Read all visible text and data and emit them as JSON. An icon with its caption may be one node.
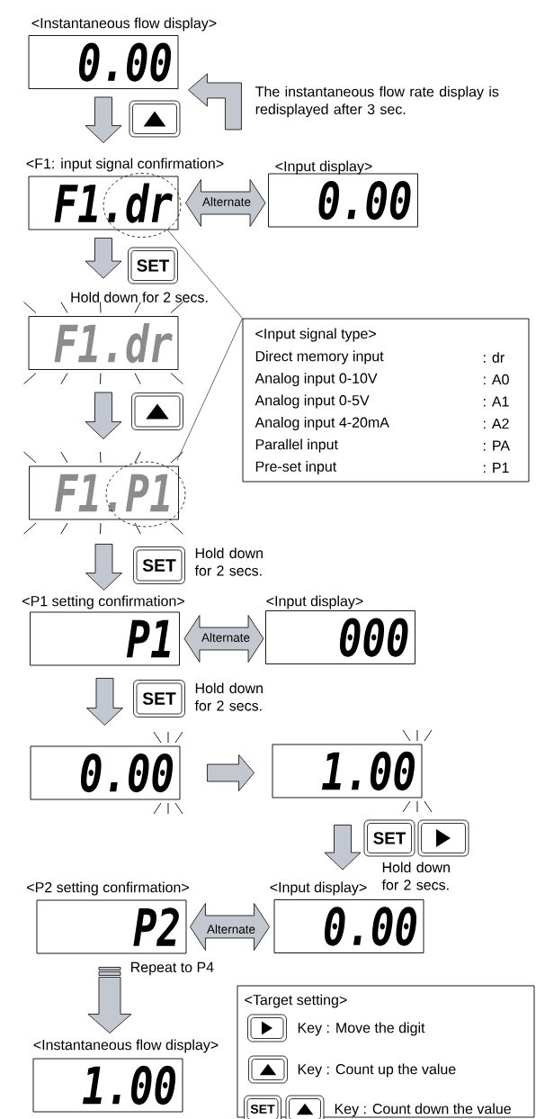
{
  "diagram": {
    "nodes": [
      {
        "text": [
          "<Instantaneous flow display>",
          "0.00"
        ]
      },
      {
        "text": [
          "<F1: input signal confirmation>",
          "F1.dr"
        ]
      },
      {
        "text": [
          "<Input display>",
          "0.00"
        ]
      },
      {
        "text": [
          "F1.dr"
        ]
      },
      {
        "text": [
          "F1.P1"
        ]
      },
      {
        "text": [
          "<P1 setting confirmation>",
          "P1"
        ]
      },
      {
        "text": [
          "<Input display>",
          "000"
        ]
      },
      {
        "text": [
          "0.00"
        ]
      },
      {
        "text": [
          "1.00"
        ]
      },
      {
        "text": [
          "<P2 setting confirmation>",
          "P2"
        ]
      },
      {
        "text": [
          "<Input display>",
          "0.00"
        ]
      },
      {
        "text": [
          "<Instantaneous flow display>",
          "1.00"
        ]
      },
      {
        "text": [
          "<Input signal type>",
          "Direct memory input",
          ": dr",
          "Analog input 0-10V",
          ": A0",
          "Analog input 0-5V",
          ": A1",
          "Analog input 4-20mA",
          ": A2",
          "Parallel input",
          ": PA",
          "Pre-set input",
          ": P1"
        ]
      },
      {
        "text": [
          "<Target setting>",
          "Key : Move the digit",
          "Key : Count up the value",
          "Key : Count down the value"
        ]
      }
    ],
    "edges": [
      {
        "from": 0,
        "to": 1,
        "arrow": "to"
      },
      {
        "from": 1,
        "to": 2,
        "arrow": "both",
        "label": "Alternate"
      },
      {
        "from": 1,
        "to": 3,
        "arrow": "to"
      },
      {
        "from": 3,
        "to": 4,
        "arrow": "to"
      },
      {
        "from": 4,
        "to": 5,
        "arrow": "to"
      },
      {
        "from": 5,
        "to": 6,
        "arrow": "both",
        "label": "Alternate"
      },
      {
        "from": 5,
        "to": 7,
        "arrow": "to"
      },
      {
        "from": 7,
        "to": 8,
        "arrow": "to"
      },
      {
        "from": 8,
        "to": 10,
        "arrow": "to"
      },
      {
        "from": 9,
        "to": 10,
        "arrow": "both",
        "label": "Alternate"
      },
      {
        "from": 9,
        "to": 11,
        "arrow": "to",
        "label": "Repeat to P4"
      },
      {
        "from": null,
        "to": 0,
        "arrow": "to",
        "label": "The instantaneous flow rate display is redisplayed after 3 sec."
      },
      {
        "from": 12,
        "to": 1,
        "arrow": "none"
      },
      {
        "from": 12,
        "to": 4,
        "arrow": "none"
      }
    ],
    "labels": [
      "SET",
      "Hold down for 2 secs.",
      "SET",
      "Hold down for 2 secs.",
      "SET",
      "Hold down for 2 secs.",
      "SET",
      "Hold down for 2 secs.",
      "SET"
    ]
  }
}
